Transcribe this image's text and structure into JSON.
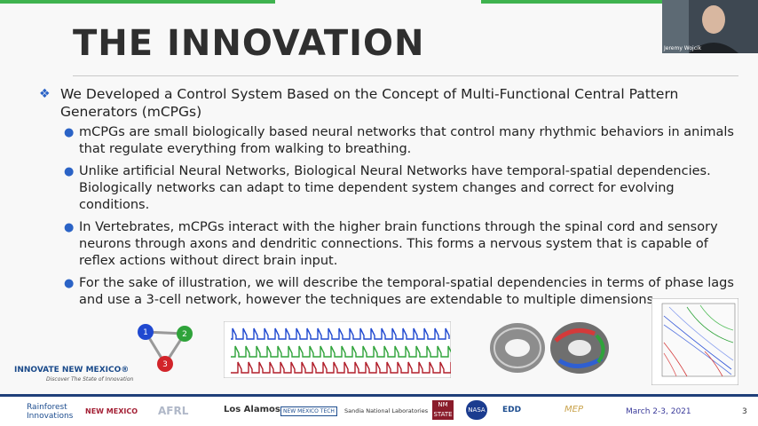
{
  "title": "THE INNOVATION",
  "main_bullet": "We Developed a Control System Based on the Concept of Multi-Functional Central Pattern Generators (mCPGs)",
  "sub_bullets": [
    "mCPGs are small biologically based neural networks that control many rhythmic behaviors in animals that regulate everything from walking to breathing.",
    "Unlike artificial Neural Networks, Biological Neural Networks have temporal-spatial dependencies. Biologically networks can adapt to time dependent system changes and correct for evolving conditions.",
    "In Vertebrates, mCPGs interact with the higher brain functions through the spinal cord and sensory neurons through axons and dendritic connections. This forms a nervous system that is capable of reflex actions without direct brain input.",
    "For the sake of illustration, we will describe the temporal-spatial dependencies in terms of phase lags and use a 3-cell network, however the techniques are extendable to multiple dimensions."
  ],
  "network_nodes": [
    "1",
    "2",
    "3"
  ],
  "webcam_name": "Jeremy Wojcik",
  "innovate_logo": "INNOVATE NEW MEXICO®",
  "innovate_tagline": "Discover The State of Innovation",
  "footer": {
    "rainforest_top": "Rainforest",
    "rainforest_bottom": "Innovations",
    "logos": [
      "NEW MEXICO",
      "AFRL",
      "Los Alamos",
      "NEW MEXICO TECH",
      "Sandia National Laboratories",
      "NM STATE",
      "NASA",
      "EDD",
      "MEP"
    ],
    "date": "March 2-3, 2021",
    "page": "3"
  },
  "colors": {
    "accent_green": "#3fb34f",
    "bullet_blue": "#2b63c6",
    "footer_navy": "#1f3f7a"
  }
}
